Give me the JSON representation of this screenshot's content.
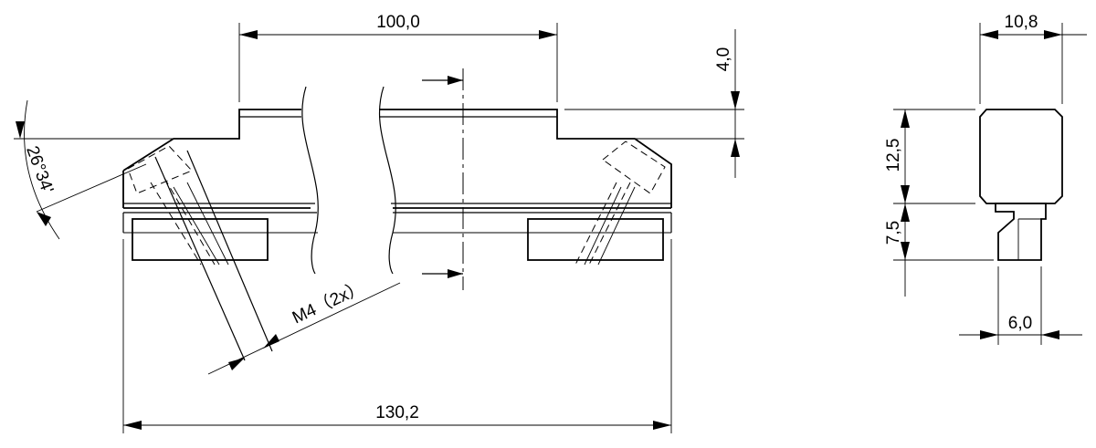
{
  "dimensions": {
    "width_top": "100,0",
    "step_height": "4,0",
    "overall_length": "130,2",
    "angle": "26°34'",
    "thread": "M4（2x）",
    "width_side": "10,8",
    "height_body": "12,5",
    "height_tongue": "7,5",
    "width_tongue": "6,0"
  }
}
